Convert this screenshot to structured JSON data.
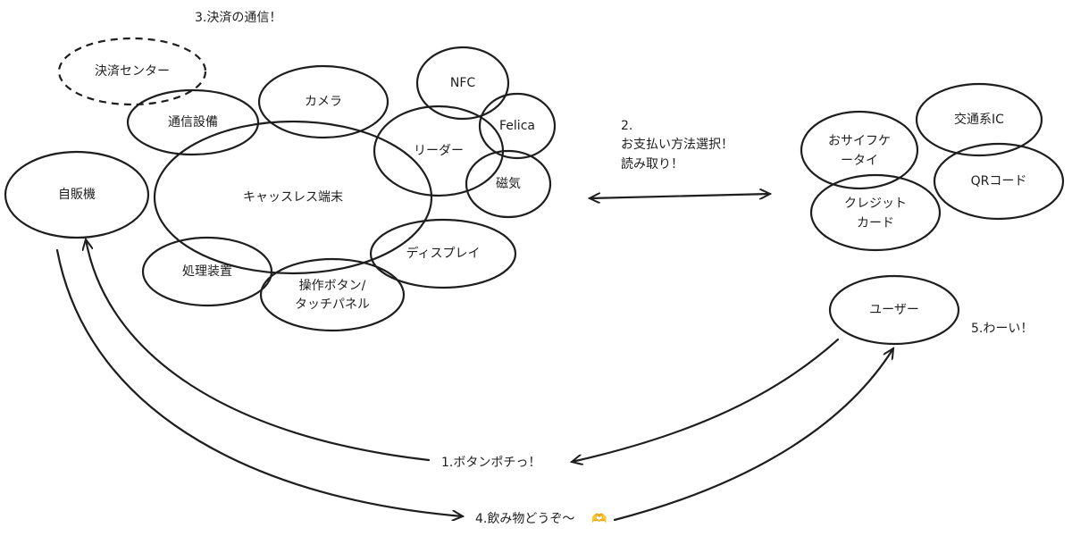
{
  "nodes": {
    "payment_center": "決済センター",
    "comm_equipment": "通信設備",
    "camera": "カメラ",
    "cashless_terminal": "キャッスレス端末",
    "reader": "リーダー",
    "nfc": "NFC",
    "felica": "Felica",
    "magnetic": "磁気",
    "vending_machine": "自販機",
    "display": "ディスプレイ",
    "processor": "処理装置",
    "controls_line1": "操作ボタン/",
    "controls_line2": "タッチパネル",
    "osaifu_line1": "おサイフケ",
    "osaifu_line2": "ータイ",
    "transit_ic": "交通系IC",
    "qr_code": "QRコード",
    "credit_line1": "クレジット",
    "credit_line2": "カード",
    "user": "ユーザー"
  },
  "labels": {
    "step3": "3.決済の通信！",
    "step2_num": "2.",
    "step2_line1": "お支払い方法選択！",
    "step2_line2": "読み取り！",
    "step5": "5.わーい！",
    "step1": "1.ボタンポチっ！",
    "step4": "4.飲み物どうぞ〜",
    "step4_emoji": "🫶"
  },
  "colors": {
    "stroke": "#1e1e1e",
    "emoji": "#f0b429"
  }
}
